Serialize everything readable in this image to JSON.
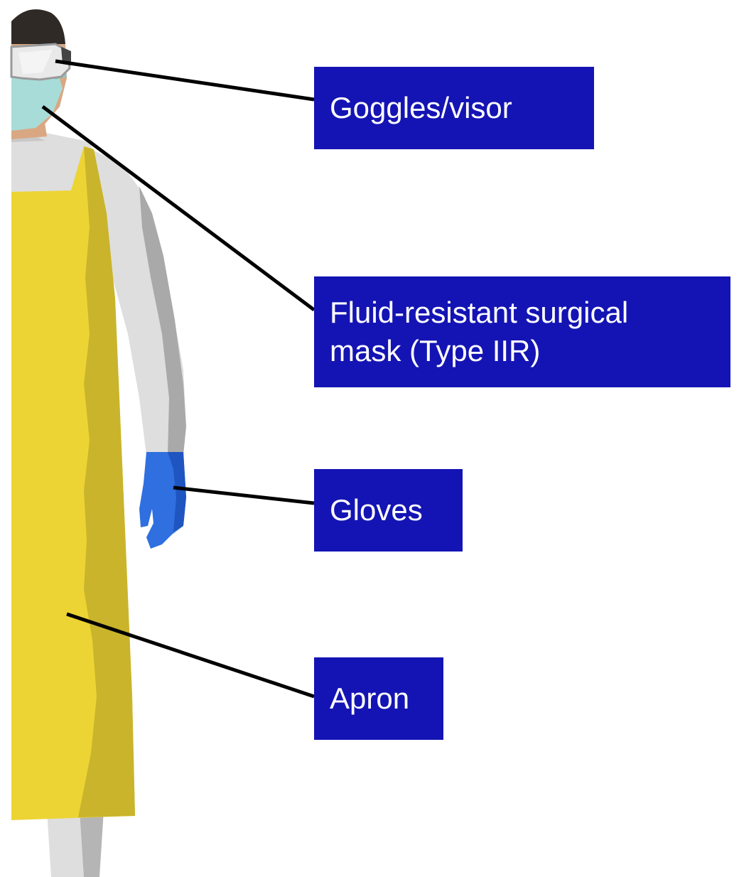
{
  "colors": {
    "label_background": "#1414b4",
    "label_text": "#ffffff",
    "leader_line": "#000000",
    "apron": "#ecd434",
    "apron_shadow": "#c9b42c",
    "gown": "#dedede",
    "gown_shadow": "#a9a9a9",
    "glove": "#2f6fe0",
    "glove_shadow": "#1f55c0",
    "mask": "#a8dcd8",
    "hair": "#2f2a26",
    "skin": "#d9a883",
    "goggles": "#e9e9e9"
  },
  "labels": {
    "goggles": "Goggles/visor",
    "mask_line1": "Fluid-resistant surgical",
    "mask_line2": "mask (Type IIR)",
    "gloves": "Gloves",
    "apron": "Apron"
  },
  "icons": {
    "figure": "health-worker-ppe-illustration"
  }
}
